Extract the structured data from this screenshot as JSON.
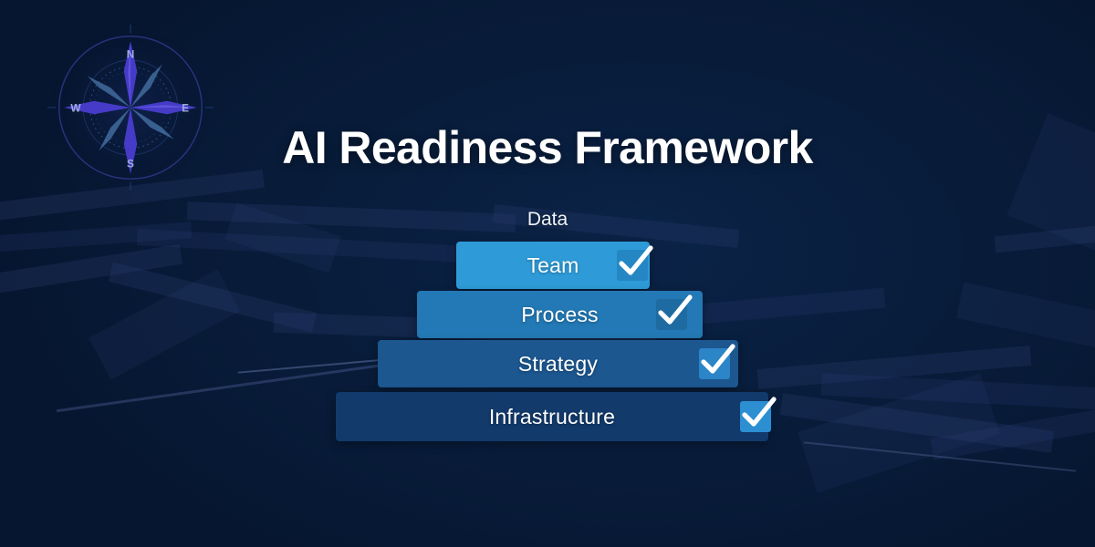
{
  "slide": {
    "title": "AI Readiness Framework",
    "background_color": "#061630",
    "title_color": "#ffffff"
  },
  "logo": {
    "name": "compass-rose-watermark",
    "cardinal_labels": {
      "north": "N",
      "east": "E",
      "south": "S",
      "west": "W"
    },
    "color_primary": "#4b3fd4",
    "color_secondary": "#3f6fa8"
  },
  "pyramid": {
    "cap_label": "Data",
    "tiers": [
      {
        "label": "Team",
        "color": "#2e9bd8",
        "checked": true,
        "check_color": "#2487c4"
      },
      {
        "label": "Process",
        "color": "#2379b5",
        "checked": true,
        "check_color": "#1e6ba2"
      },
      {
        "label": "Strategy",
        "color": "#1c5790",
        "checked": true,
        "check_color": "#2b85c6"
      },
      {
        "label": "Infrastructure",
        "color": "#123a6b",
        "checked": true,
        "check_color": "#2b8fd2"
      }
    ]
  }
}
